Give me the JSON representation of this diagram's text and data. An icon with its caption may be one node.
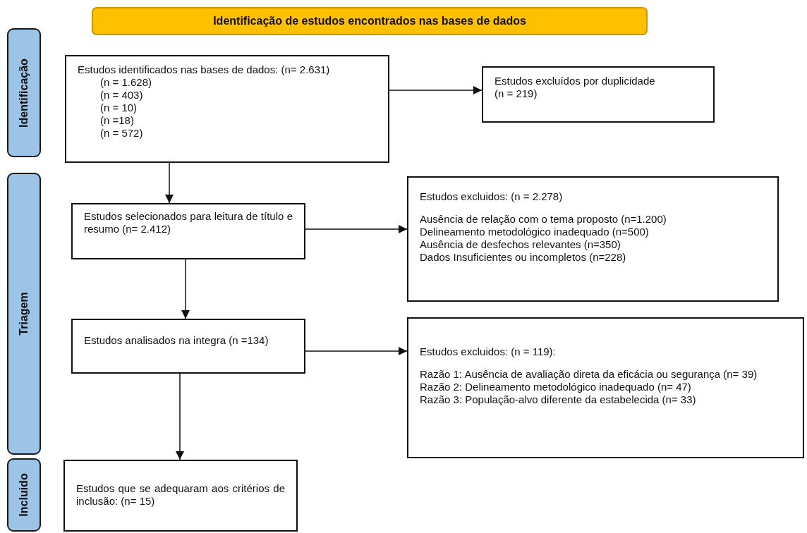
{
  "diagram": {
    "nodes": [
      {
        "text": [
          "Identificação de estudos encontrados nas bases de dados"
        ]
      },
      {
        "text": [
          "Identificação"
        ]
      },
      {
        "text": [
          "Triagem"
        ]
      },
      {
        "text": [
          "Incluido"
        ]
      },
      {
        "text": [
          "Estudos identificados nas bases de dados: (n= 2.631)",
          "(n = 1.628)",
          "(n = 403)",
          "(n = 10)",
          "(n =18)",
          "(n = 572)"
        ]
      },
      {
        "text": [
          "Estudos excluídos por duplicidade",
          "(n = 219)"
        ]
      },
      {
        "text": [
          "Estudos selecionados para leitura de título e resumo (n= 2.412)"
        ]
      },
      {
        "text": [
          "Estudos excluidos: (n = 2.278)",
          "Ausência de relação com o tema proposto (n=1.200)",
          "Delineamento metodológico inadequado (n=500)",
          "Ausência de desfechos relevantes (n=350)",
          "Dados Insuficientes ou incompletos (n=228)"
        ]
      },
      {
        "text": [
          "Estudos analisados na integra (n =134)"
        ]
      },
      {
        "text": [
          "Estudos excluidos: (n = 119):",
          "Razão 1: Ausência de avaliação direta da eficácia ou segurança (n= 39)",
          "Razão 2: Delineamento metodológico inadequado (n= 47)",
          "Razão 3: População-alvo diferente da estabelecida (n= 33)"
        ]
      },
      {
        "text": [
          "Estudos que se adequaram aos critérios de inclusão: (n= 15)"
        ]
      }
    ],
    "edges": [
      {
        "from": 4,
        "to": 5,
        "arrow": "to"
      },
      {
        "from": 4,
        "to": 6,
        "arrow": "to"
      },
      {
        "from": 6,
        "to": 7,
        "arrow": "to"
      },
      {
        "from": 6,
        "to": 8,
        "arrow": "to"
      },
      {
        "from": 8,
        "to": 9,
        "arrow": "to"
      },
      {
        "from": 8,
        "to": 10,
        "arrow": "to"
      }
    ]
  }
}
